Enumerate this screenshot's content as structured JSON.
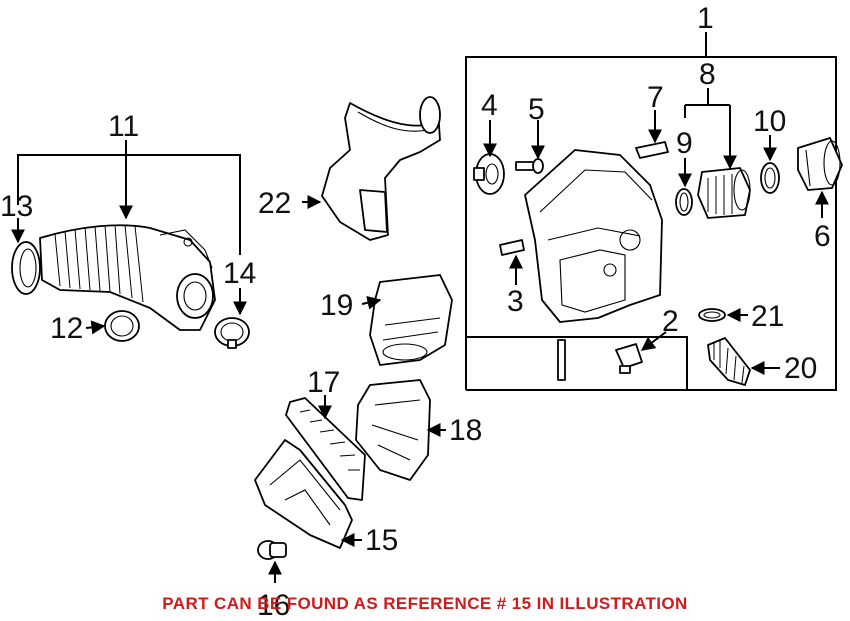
{
  "callouts": {
    "c1": "1",
    "c2": "2",
    "c3": "3",
    "c4": "4",
    "c5": "5",
    "c6": "6",
    "c7": "7",
    "c8": "8",
    "c9": "9",
    "c10": "10",
    "c11": "11",
    "c12": "12",
    "c13": "13",
    "c14": "14",
    "c15": "15",
    "c16": "16",
    "c17": "17",
    "c18": "18",
    "c19": "19",
    "c20": "20",
    "c21": "21",
    "c22": "22"
  },
  "caption": "PART CAN BE FOUND AS REFERENCE # 15 IN ILLUSTRATION",
  "colors": {
    "caption": "#d11a1a",
    "lines": "#000000",
    "background": "#ffffff"
  }
}
